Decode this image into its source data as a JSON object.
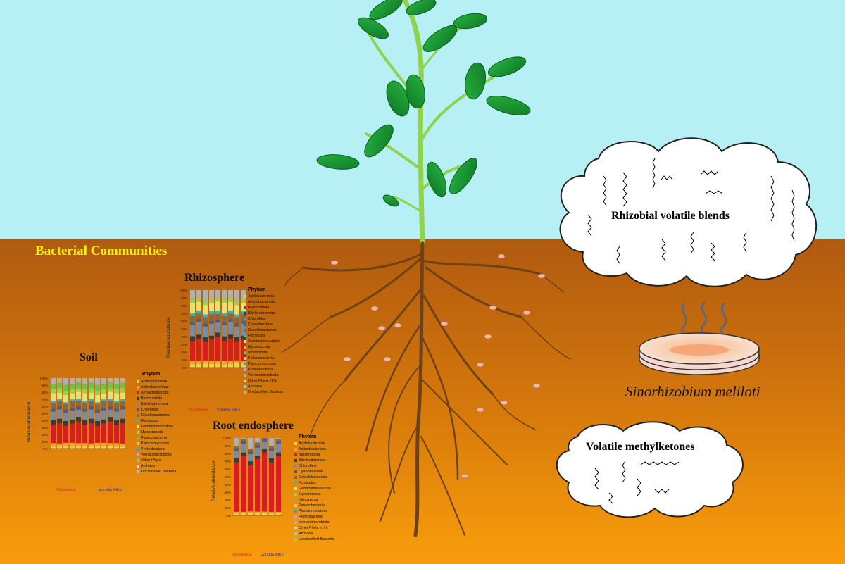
{
  "headline": "Bacterial Communities",
  "phylum_title": "Phylum",
  "y_axis_label": "Relative abundance",
  "y_ticks": [
    "100%",
    "90%",
    "80%",
    "70%",
    "60%",
    "50%",
    "40%",
    "30%",
    "20%",
    "10%",
    "0%"
  ],
  "panels": {
    "soil": {
      "title": "Soil",
      "group_a": "Volatilome",
      "group_b": "Volatile MKs"
    },
    "rhizosphere": {
      "title": "Rhizosphere",
      "group_a": "Volatilome",
      "group_b": "Volatile MKs"
    },
    "root_endosphere": {
      "title": "Root endosphere",
      "group_a": "Volatilome",
      "group_b": "Volatile MKs"
    }
  },
  "legend_soil": [
    "Acidobacteriota",
    "Actinobacteriota",
    "Armatimonadota",
    "Bacteroidota",
    "Bdellovibrionota",
    "Chloroflexi",
    "Desulfobacterota",
    "Firmicutes",
    "Gemmatimonadota",
    "Myxococcota",
    "Patescibacteria",
    "Planctomycetota",
    "Proteobacteria",
    "Verrucomicrobiota",
    "Other Phyla",
    "Archaea",
    "Unclassified Bacteria"
  ],
  "legend_rhizo": [
    "Acidobacteriota",
    "Actinobacteriota",
    "Bacteroidota",
    "Bdellovibrionota",
    "Chloroflexi",
    "Cyanobacteria",
    "Desulfobacterota",
    "Firmicutes",
    "Gemmatimonadota",
    "Myxococcota",
    "Nitrospirota",
    "Patescibacteria",
    "Planctomycetota",
    "Proteobacteria",
    "Verrucomicrobiota",
    "Other Phyla <1%",
    "Archaea",
    "Unclassified Bacteria"
  ],
  "legend_root": [
    "Acidobacteriota",
    "Actinobacteriota",
    "Bacteroidota",
    "Bdellovibrionota",
    "Chloroflexi",
    "Cyanobacteria",
    "Desulfobacterota",
    "Firmicutes",
    "Gemmatimonadota",
    "Myxococcota",
    "Nitrospirota",
    "Patescibacteria",
    "Planctomycetota",
    "Proteobacteria",
    "Verrucomicrobiota",
    "Other Phyla <1%",
    "Archaea",
    "Unclassified Bacteria"
  ],
  "cloud_volatile_blends": "Rhizobial volatile blends",
  "cloud_methylketones": "Volatile methylketones",
  "species_name": "Sinorhizobium meliloti",
  "colors": {
    "sky": "#b6f0f4",
    "soil_top": "#b25c10",
    "soil_bottom": "#f79a0c",
    "root": "#7a4a1a",
    "stem": "#8fd24c",
    "leaf": "#1e9a36",
    "nodule": "#f2b8a4",
    "headline": "#fff200"
  }
}
